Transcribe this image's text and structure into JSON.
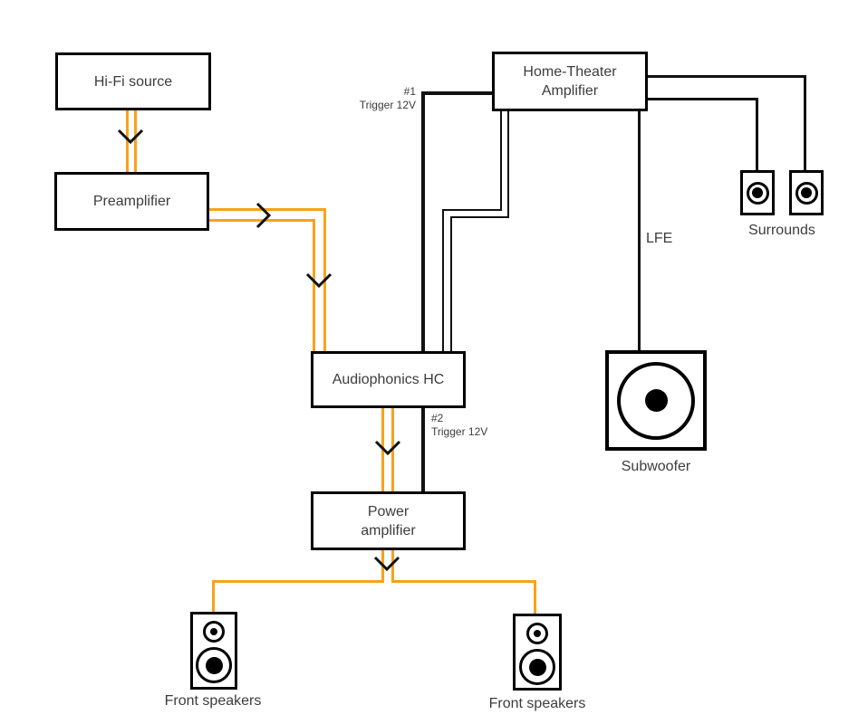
{
  "colors": {
    "wire_orange": "#F9A11B",
    "wire_black": "#111111",
    "box_border": "#000000",
    "label_text": "#3c3c3c",
    "background": "#ffffff"
  },
  "nodes": {
    "hifi_source": {
      "label": "Hi-Fi source"
    },
    "preamplifier": {
      "label": "Preamplifier"
    },
    "audiophonics_hc": {
      "label": "Audiophonics HC"
    },
    "power_amplifier": {
      "line1": "Power",
      "line2": "amplifier"
    },
    "home_theater_amplifier": {
      "line1": "Home-Theater",
      "line2": "Amplifier"
    }
  },
  "wire_labels": {
    "trigger1": {
      "line1": "#1",
      "line2": "Trigger 12V"
    },
    "trigger2": {
      "line1": "#2",
      "line2": "Trigger 12V"
    },
    "lfe": "LFE"
  },
  "speaker_labels": {
    "surrounds": "Surrounds",
    "subwoofer": "Subwoofer",
    "front_left": "Front speakers",
    "front_right": "Front speakers"
  },
  "icons": {
    "flow_arrow": "chevron",
    "surround_speaker": "box-single-driver",
    "subwoofer_speaker": "box-large-driver",
    "front_speaker": "box-tweeter-woofer"
  }
}
